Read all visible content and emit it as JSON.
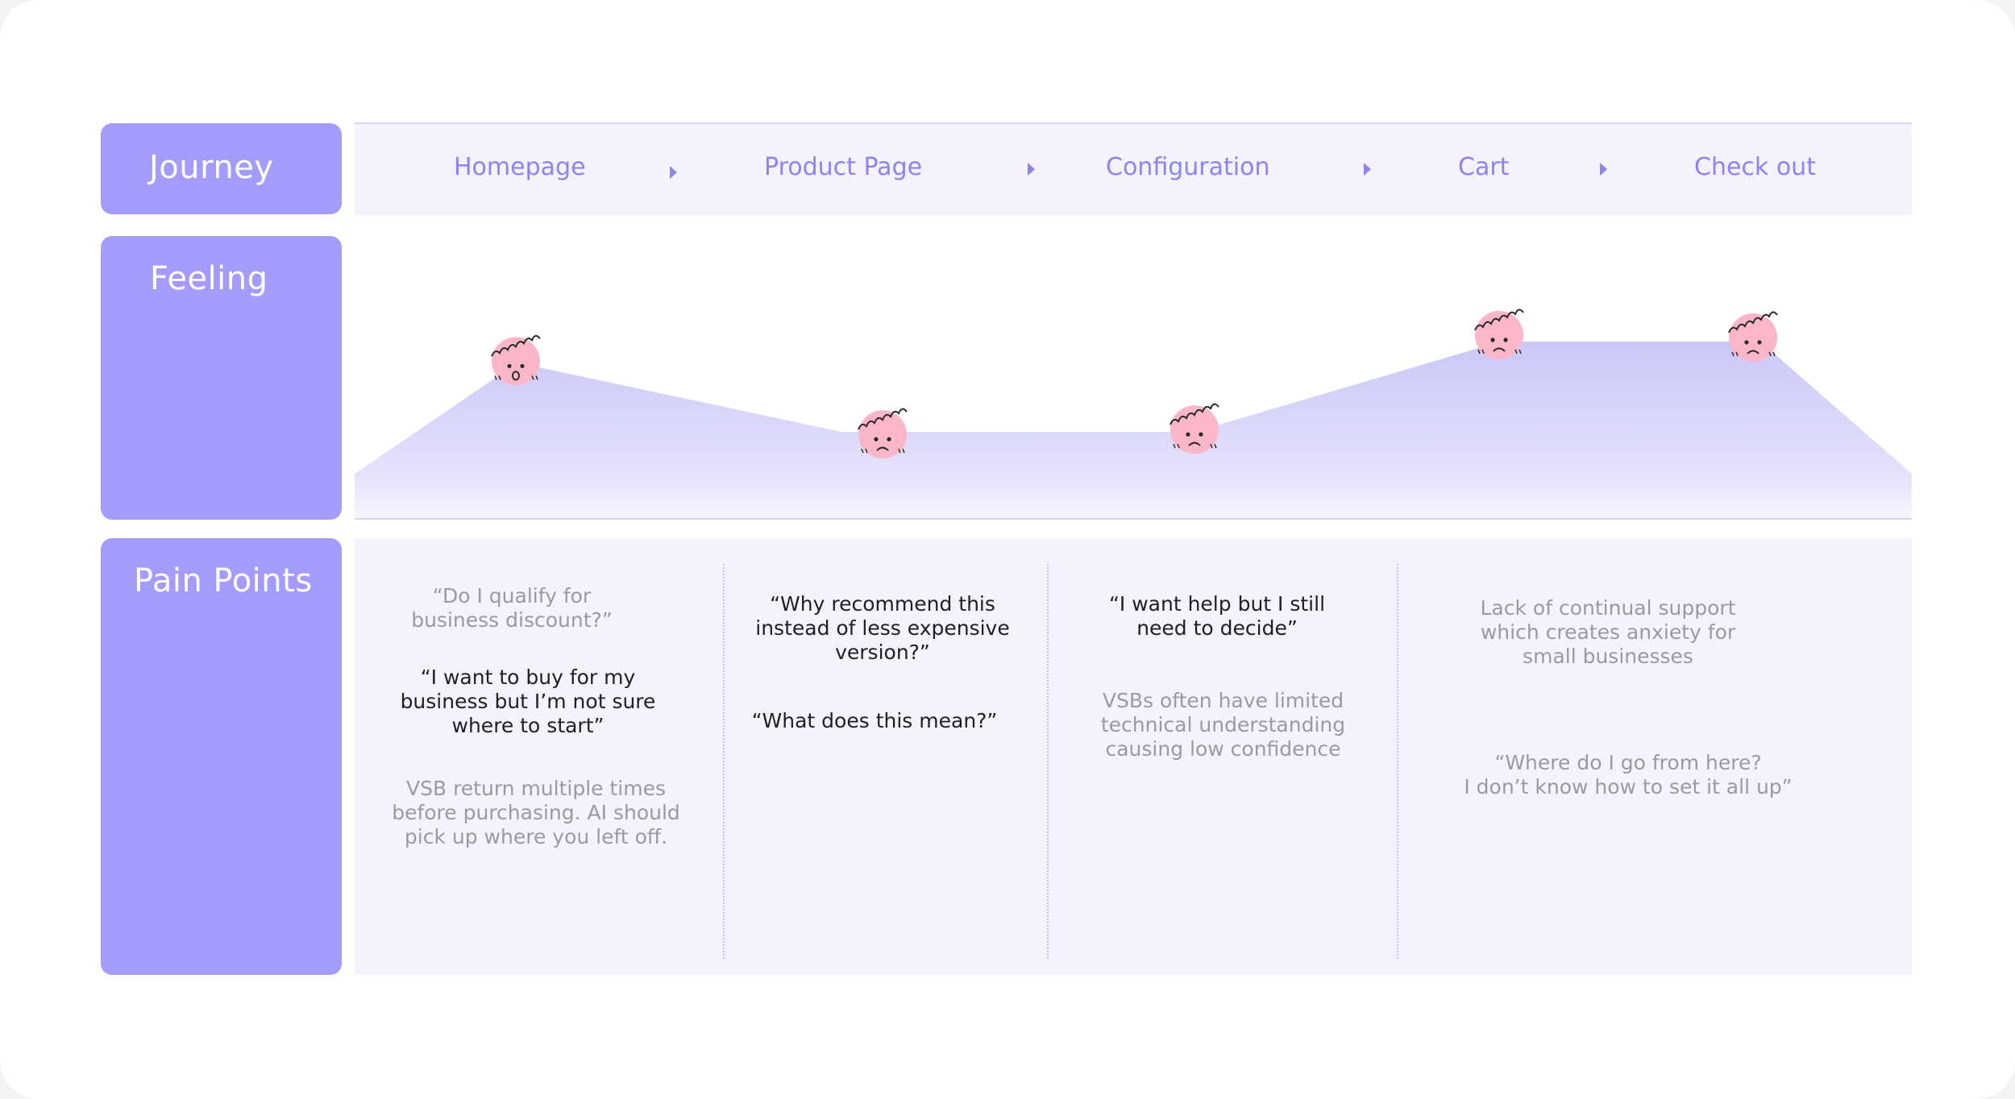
{
  "rows": {
    "journey": "Journey",
    "feeling": "Feeling",
    "pain_points": "Pain Points"
  },
  "stages": [
    "Homepage",
    "Product Page",
    "Configuration",
    "Cart",
    "Check out"
  ],
  "feeling_levels": [
    0.59,
    0.33,
    0.33,
    0.67,
    0.67
  ],
  "faces": [
    "surprised-face-icon",
    "sad-face-icon",
    "sad-face-icon",
    "sad-face-icon",
    "sad-face-icon"
  ],
  "pain_points": {
    "homepage": {
      "quote_1": "“Do I qualify for\nbusiness discount?”",
      "quote_2": "“I want to buy for my\nbusiness but I’m not sure\nwhere to start”",
      "insight": "VSB return multiple times\nbefore purchasing. AI should\npick up where you left off."
    },
    "product_page": {
      "quote_1": "“Why recommend this\ninstead of less expensive\nversion?”",
      "quote_2": "“What does this mean?”"
    },
    "configuration": {
      "quote_1": "“I want help but I still\nneed to decide”",
      "insight": "VSBs often have limited\ntechnical understanding\ncausing low confidence"
    },
    "cart_checkout": {
      "insight": "Lack of continual support\nwhich creates anxiety for\nsmall businesses",
      "quote_1": "“Where do I go from here?\nI don’t know how to set it all up”"
    }
  },
  "colors": {
    "accent": "#a39cfc",
    "stage_text": "#8d84f0",
    "band": "#f3f2fd",
    "area": "#cfccf8",
    "face": "#fbb6c8"
  }
}
